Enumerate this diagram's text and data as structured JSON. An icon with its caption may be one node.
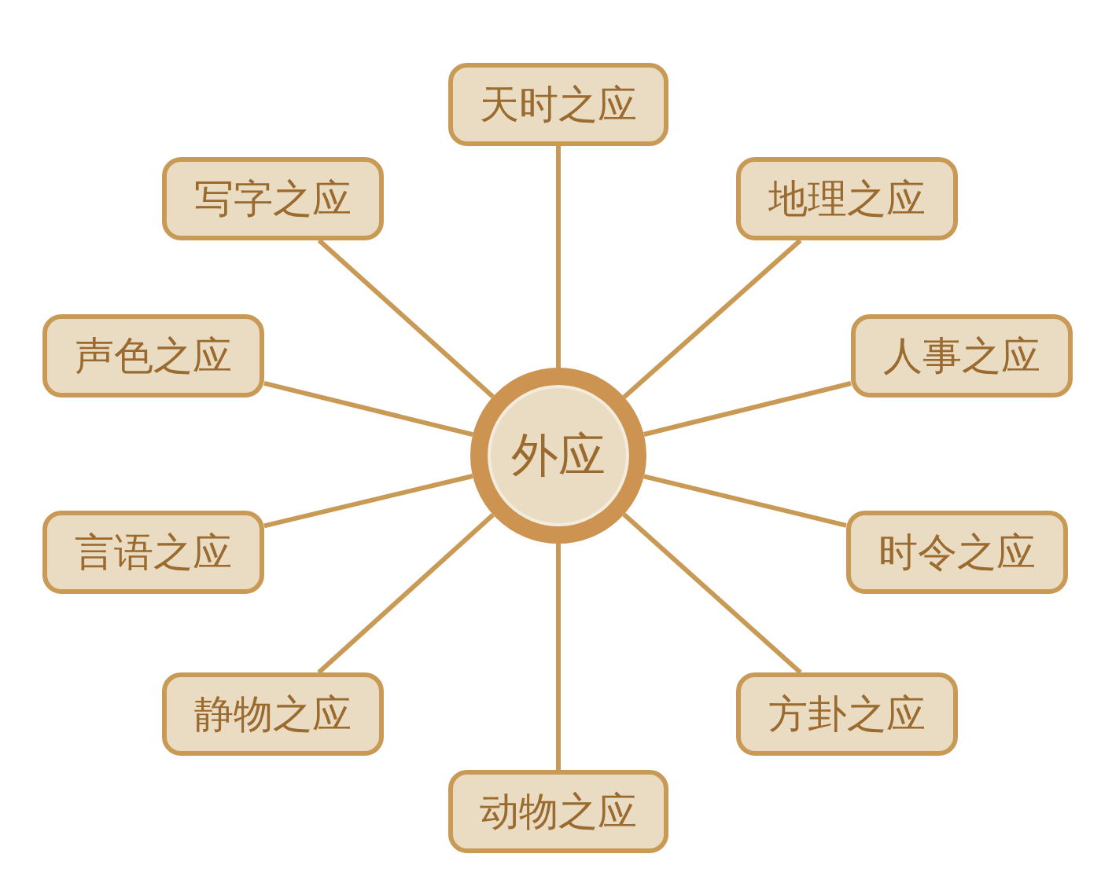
{
  "diagram": {
    "nodes": [
      {
        "text": [
          "外应"
        ]
      },
      {
        "text": [
          "天时之应"
        ]
      },
      {
        "text": [
          "写字之应"
        ]
      },
      {
        "text": [
          "地理之应"
        ]
      },
      {
        "text": [
          "声色之应"
        ]
      },
      {
        "text": [
          "人事之应"
        ]
      },
      {
        "text": [
          "言语之应"
        ]
      },
      {
        "text": [
          "时令之应"
        ]
      },
      {
        "text": [
          "静物之应"
        ]
      },
      {
        "text": [
          "方卦之应"
        ]
      },
      {
        "text": [
          "动物之应"
        ]
      }
    ],
    "edges": [
      {
        "from": 0,
        "to": 1,
        "arrow": "none"
      },
      {
        "from": 0,
        "to": 2,
        "arrow": "none"
      },
      {
        "from": 0,
        "to": 3,
        "arrow": "none"
      },
      {
        "from": 0,
        "to": 4,
        "arrow": "none"
      },
      {
        "from": 0,
        "to": 5,
        "arrow": "none"
      },
      {
        "from": 0,
        "to": 6,
        "arrow": "none"
      },
      {
        "from": 0,
        "to": 7,
        "arrow": "none"
      },
      {
        "from": 0,
        "to": 8,
        "arrow": "none"
      },
      {
        "from": 0,
        "to": 9,
        "arrow": "none"
      },
      {
        "from": 0,
        "to": 10,
        "arrow": "none"
      }
    ]
  }
}
